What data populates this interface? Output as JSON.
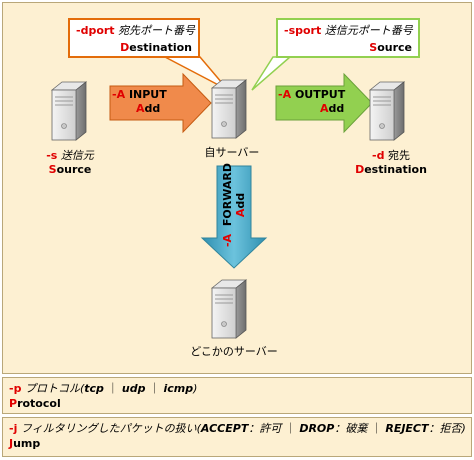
{
  "source": {
    "flag": "-s",
    "jp": "送信元",
    "first": "S",
    "rest": "ource"
  },
  "self_server": "自サーバー",
  "destination": {
    "flag": "-d",
    "jp": "宛先",
    "first": "D",
    "rest": "estination"
  },
  "some_server": "どこかのサーバー",
  "input_arrow": {
    "flag": "-A",
    "name": "INPUT",
    "first": "A",
    "rest": "dd"
  },
  "output_arrow": {
    "flag": "-A",
    "name": "OUTPUT",
    "first": "A",
    "rest": "dd"
  },
  "forward_arrow": {
    "flag": "-A",
    "name": "FORWARD",
    "first": "A",
    "rest": "dd"
  },
  "dport_callout": {
    "flag": "-dport",
    "jp": "宛先ポート番号",
    "first": "D",
    "rest": "estination"
  },
  "sport_callout": {
    "flag": "-sport",
    "jp": "送信元ポート番号",
    "first": "S",
    "rest": "ource"
  },
  "protocol_bar": {
    "flag": "-p",
    "jp": "プロトコル(",
    "opt1": "tcp",
    "sep": "｜",
    "opt2": "udp",
    "opt3": "icmp",
    "close": ")",
    "first": "P",
    "rest": "rotocol"
  },
  "jump_bar": {
    "flag": "-j",
    "jp": "フィルタリングしたパケットの扱い(",
    "a1": "ACCEPT",
    "d1": "：許可",
    "a2": "DROP",
    "d2": "：破棄",
    "a3": "REJECT",
    "d3": "：拒否",
    "sep": "｜",
    "close": ")",
    "first": "J",
    "rest": "ump"
  },
  "colors": {
    "input": "#f08a4b",
    "output": "#92d050",
    "forward": "#4bacc6",
    "accent": "#e00000",
    "panel": "#fdf0d2"
  },
  "icons": [
    "server-icon"
  ]
}
